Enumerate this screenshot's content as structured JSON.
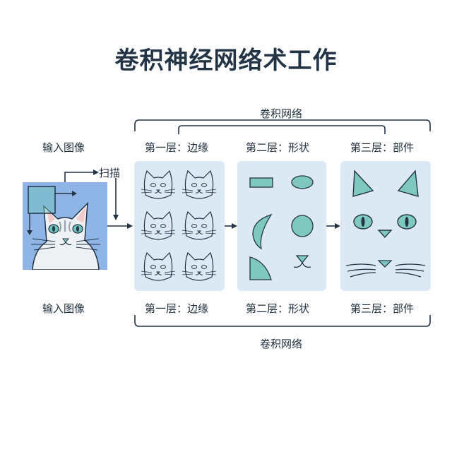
{
  "title": "卷积神经网络术工作",
  "top_bracket_label": "卷积网络",
  "bottom_bracket_label": "卷积网络",
  "input_label_top": "输入图像",
  "input_label_bottom": "输入图像",
  "scan_label": "扫描",
  "layers": [
    {
      "label_top": "第一层：边缘",
      "label_bottom": "第一层：边缘"
    },
    {
      "label_top": "第二层：形状",
      "label_bottom": "第二层：形状"
    },
    {
      "label_top": "第三层：部件",
      "label_bottom": "第三层：部件"
    }
  ],
  "colors": {
    "teal": "#7ec8c0",
    "input_bg": "#8fb4e6",
    "panel_bg": "#dde8f5",
    "stroke": "#233447"
  }
}
